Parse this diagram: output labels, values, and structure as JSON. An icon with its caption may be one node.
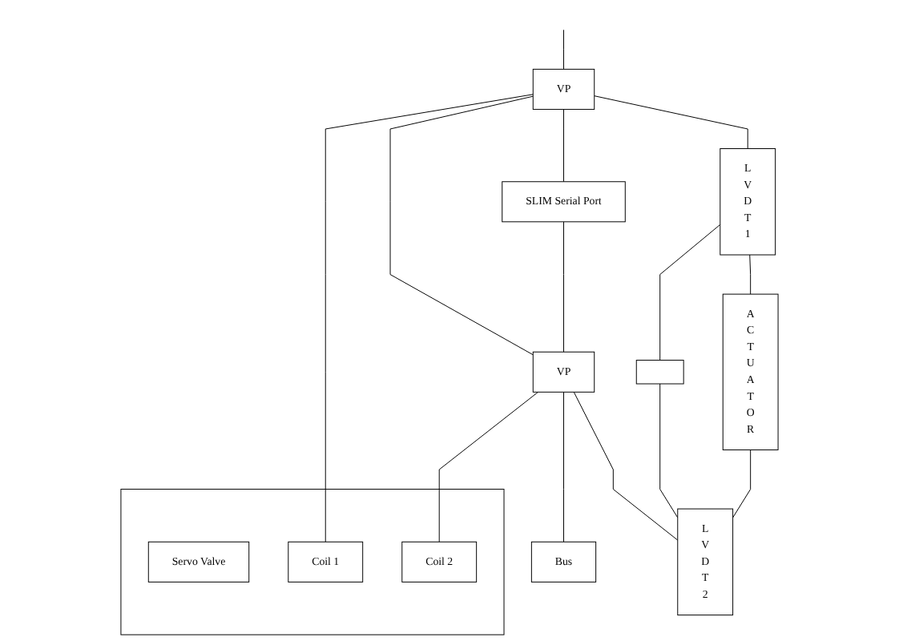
{
  "diagram": {
    "nodes": [
      {
        "text": [
          "Bus"
        ]
      },
      {
        "text": [
          "VP"
        ]
      },
      {
        "text": [
          "SLIM Serial Port"
        ]
      },
      {
        "text": [
          "VP"
        ]
      },
      {
        "text": [],
        "shape": "box"
      },
      {
        "text": [
          "Servo Valve"
        ],
        "in": 4
      },
      {
        "text": [
          "Coil 1"
        ],
        "in": 4
      },
      {
        "text": [
          "Coil 2"
        ],
        "in": 4
      },
      {
        "text": [
          "L V D T 1"
        ]
      },
      {
        "text": [],
        "shape": "box"
      },
      {
        "text": [
          "A C T U A T O R"
        ]
      },
      {
        "text": [
          "L V D T 2"
        ]
      }
    ],
    "edges": [
      {
        "from": null,
        "to": 1,
        "arrow": "none"
      },
      {
        "from": 1,
        "to": 3,
        "arrow": "none"
      },
      {
        "from": 3,
        "to": 0,
        "arrow": "none"
      },
      {
        "from": 1,
        "to": 2,
        "arrow": "none"
      },
      {
        "from": 2,
        "to": 3,
        "arrow": "none"
      },
      {
        "from": 1,
        "to": 8,
        "arrow": "none"
      },
      {
        "from": 1,
        "to": 6,
        "arrow": "none"
      },
      {
        "from": 3,
        "to": 7,
        "arrow": "none"
      },
      {
        "from": 3,
        "to": 11,
        "arrow": "none"
      },
      {
        "from": 8,
        "to": 9,
        "arrow": "none"
      },
      {
        "from": 9,
        "to": 11,
        "arrow": "none"
      },
      {
        "from": 8,
        "to": 10,
        "arrow": "none"
      },
      {
        "from": 10,
        "to": 11,
        "arrow": "none"
      }
    ]
  }
}
